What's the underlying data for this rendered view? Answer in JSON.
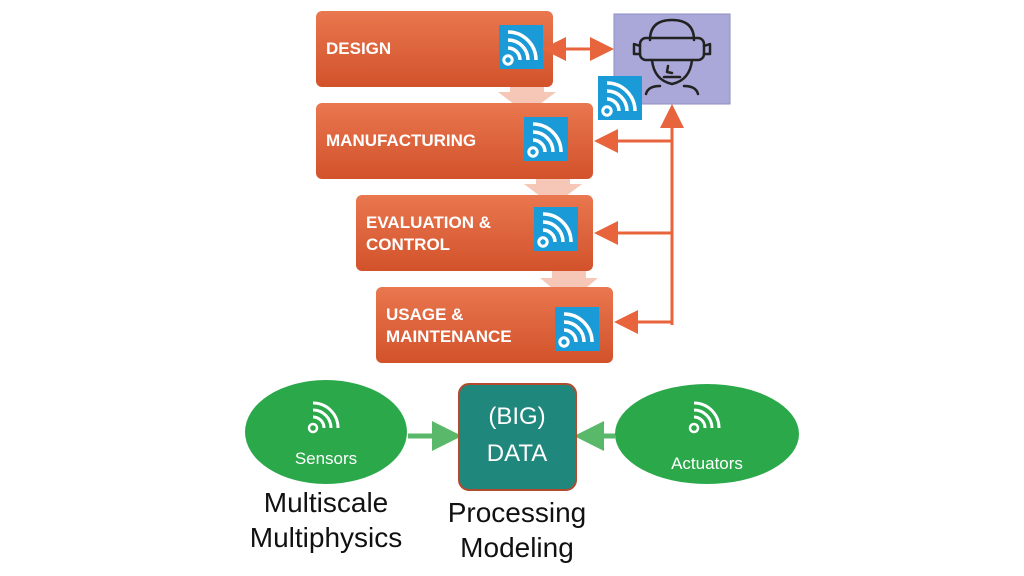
{
  "stages": [
    {
      "lines": [
        "DESIGN"
      ]
    },
    {
      "lines": [
        "MANUFACTURING"
      ]
    },
    {
      "lines": [
        "EVALUATION &",
        "CONTROL"
      ]
    },
    {
      "lines": [
        "USAGE &",
        "MAINTENANCE"
      ]
    }
  ],
  "sensors": {
    "label": "Sensors"
  },
  "actuators": {
    "label": "Actuators"
  },
  "data_box": {
    "lines": [
      "(BIG)",
      "DATA"
    ]
  },
  "captions": {
    "left": [
      "Multiscale",
      "Multiphysics"
    ],
    "center": [
      "Processing",
      "Modeling"
    ]
  },
  "icons": {
    "stage": "wireless-signal-icon",
    "headset": "vr-headset-icon",
    "ellipse": "wireless-signal-icon"
  },
  "colors": {
    "stage_fill": "#e0613a",
    "stage_dark": "#c74a26",
    "flow_arrow": "#f6c7b6",
    "feedback_arrow": "#e8643c",
    "signal_blue": "#1a9ad6",
    "headset_bg": "#a9a8d8",
    "ellipse_fill": "#2ba84a",
    "data_fill": "#1f877c",
    "data_border": "#b24a2e",
    "green_arrow": "#5ab86a"
  }
}
